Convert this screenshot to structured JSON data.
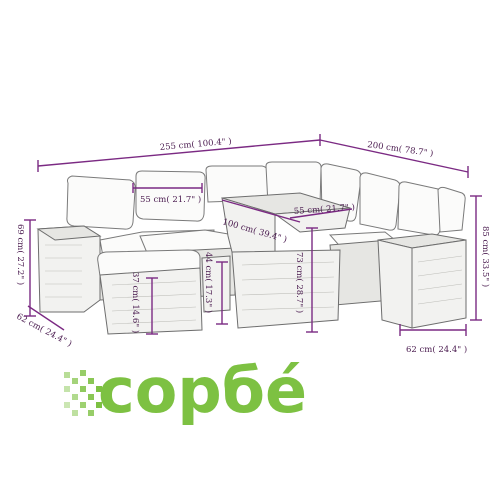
{
  "dimensions": {
    "total_width": "255 cm( 100.4\" )",
    "side_width": "200 cm( 78.7\" )",
    "seat_depth": "55 cm( 21.7\" )",
    "table_length": "100 cm( 39.4\" )",
    "table_width": "55 cm( 21.7\" )",
    "left_height": "69 cm( 27.2\" )",
    "left_depth": "62 cm( 24.4\" )",
    "footstool_height": "37 cm( 14.6\" )",
    "seat_height": "44 cm( 17.3\" )",
    "table_height": "73 cm( 28.7\" )",
    "right_height": "85 cm( 33.5\" )",
    "right_depth": "62 cm( 24.4\" )"
  },
  "logo": {
    "text": "сорбе́",
    "color": "#7dc142"
  },
  "colors": {
    "dimension_line": "#7b2a83",
    "logo_green": "#7dc142"
  }
}
